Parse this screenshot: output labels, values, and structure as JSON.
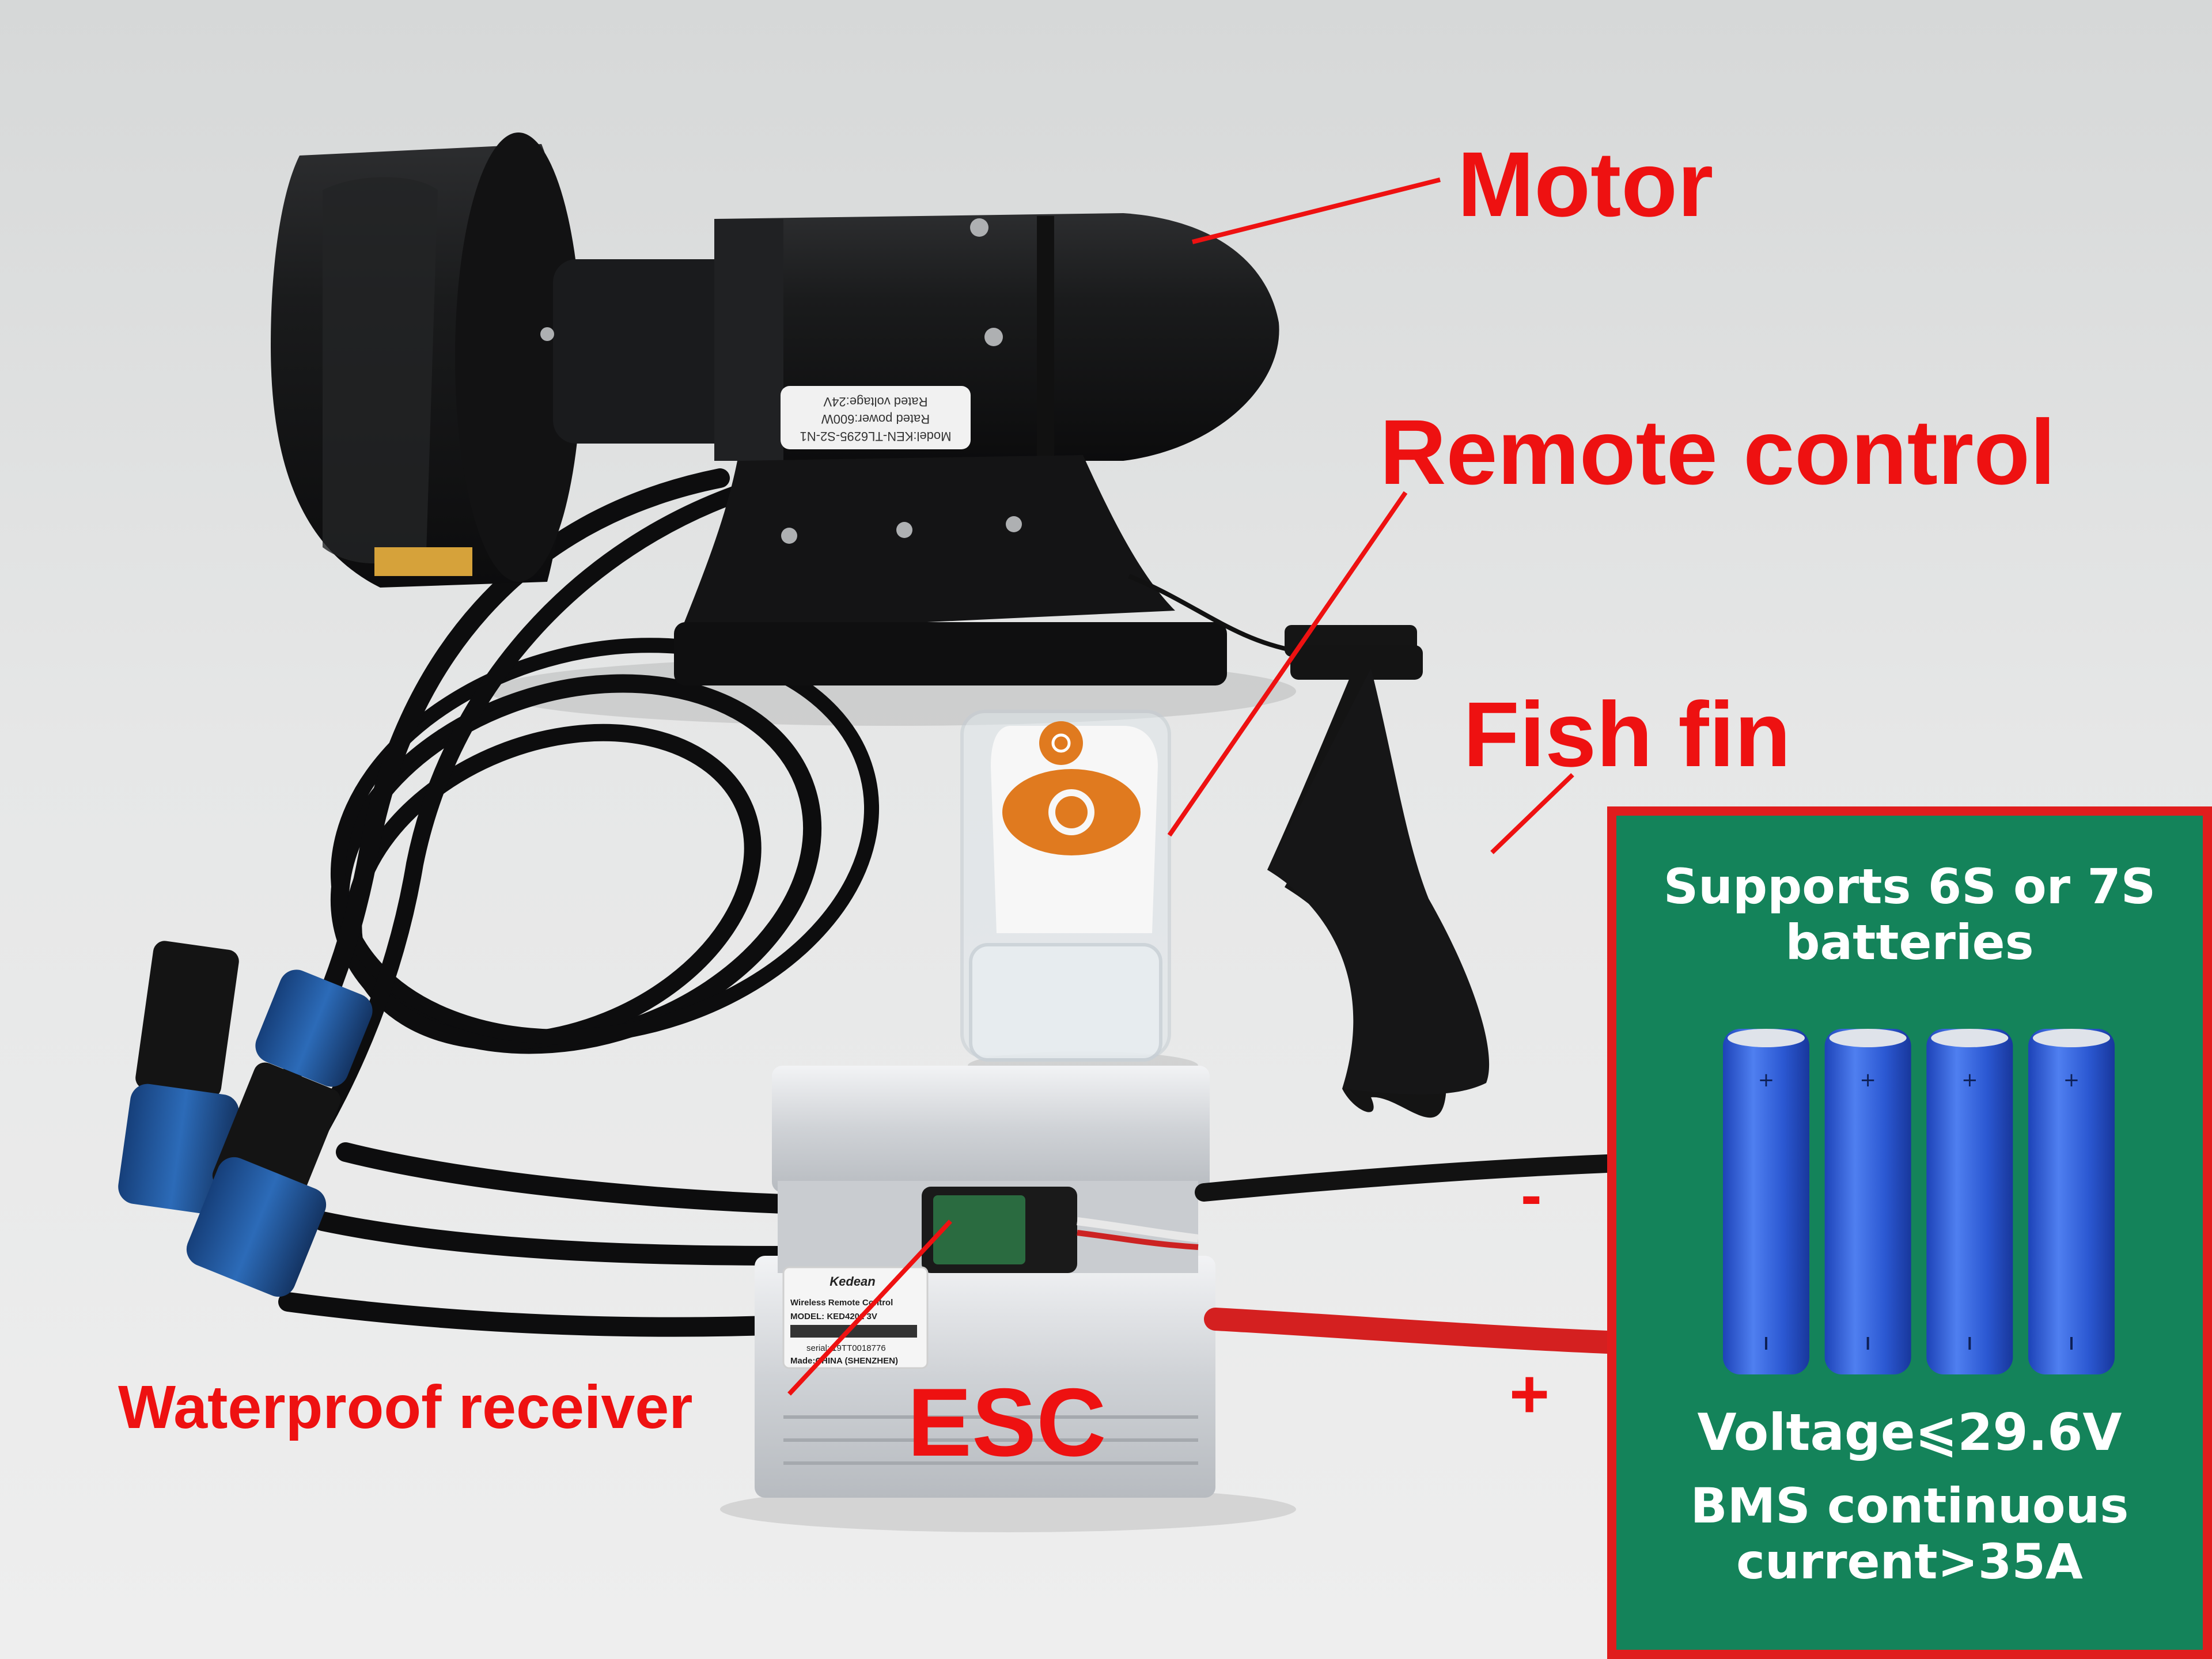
{
  "labels": {
    "motor": "Motor",
    "remote_control": "Remote control",
    "fish_fin": "Fish fin",
    "waterproof_receiver": "Waterproof receiver",
    "esc": "ESC",
    "minus": "-",
    "plus": "+"
  },
  "motor_sticker": {
    "line1": "Model:KEN-TL6295-S2-N1",
    "line2": "Rated power:600W",
    "line3": "Rated voltage:24V"
  },
  "esc_sticker": {
    "brand": "Kedean",
    "line1": "Wireless Remote Control",
    "line2": "MODEL: KED4201    3V",
    "line3": "serial: 19TT0018776",
    "line4": "Made:CHINA (SHENZHEN)"
  },
  "battery_panel": {
    "title": "Supports 6S or 7S batteries",
    "voltage": "Voltage⩽29.6V",
    "bms": "BMS continuous current>35A",
    "cell_count": 4
  },
  "colors": {
    "annotation_red": "#ee1111",
    "panel_green": "#14835a",
    "panel_border": "#e01d1d",
    "cell_blue": "#2f5fd6",
    "remote_orange": "#e07a1f"
  }
}
